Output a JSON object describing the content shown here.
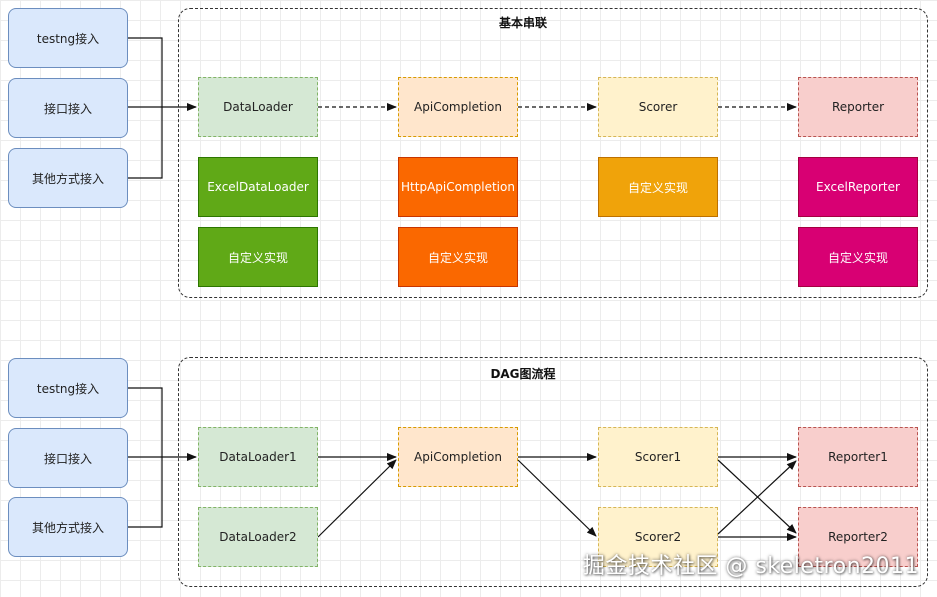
{
  "top": {
    "title": "基本串联",
    "entries": [
      "testng接入",
      "接口接入",
      "其他方式接入"
    ],
    "pipeline": [
      "DataLoader",
      "ApiCompletion",
      "Scorer",
      "Reporter"
    ],
    "impl_row1": [
      "ExcelDataLoader",
      "HttpApiCompletion",
      "自定义实现",
      "ExcelReporter"
    ],
    "impl_row2": [
      "自定义实现",
      "自定义实现",
      "自定义实现"
    ]
  },
  "bottom": {
    "title": "DAG图流程",
    "entries": [
      "testng接入",
      "接口接入",
      "其他方式接入"
    ],
    "loaders": [
      "DataLoader1",
      "DataLoader2"
    ],
    "completion": "ApiCompletion",
    "scorers": [
      "Scorer1",
      "Scorer2"
    ],
    "reporters": [
      "Reporter1",
      "Reporter2"
    ]
  },
  "watermark": "掘金技术社区 @ skeletron2011",
  "colors": {
    "entry_fill": "#dae8fc",
    "green_light": "#d5e8d4",
    "orange_light": "#ffe6cc",
    "yellow_light": "#fff2cc",
    "red_light": "#f8cecc",
    "green_dark": "#60a917",
    "orange_dark": "#fa6800",
    "amber_dark": "#f0a30a",
    "pink_dark": "#d80073"
  }
}
